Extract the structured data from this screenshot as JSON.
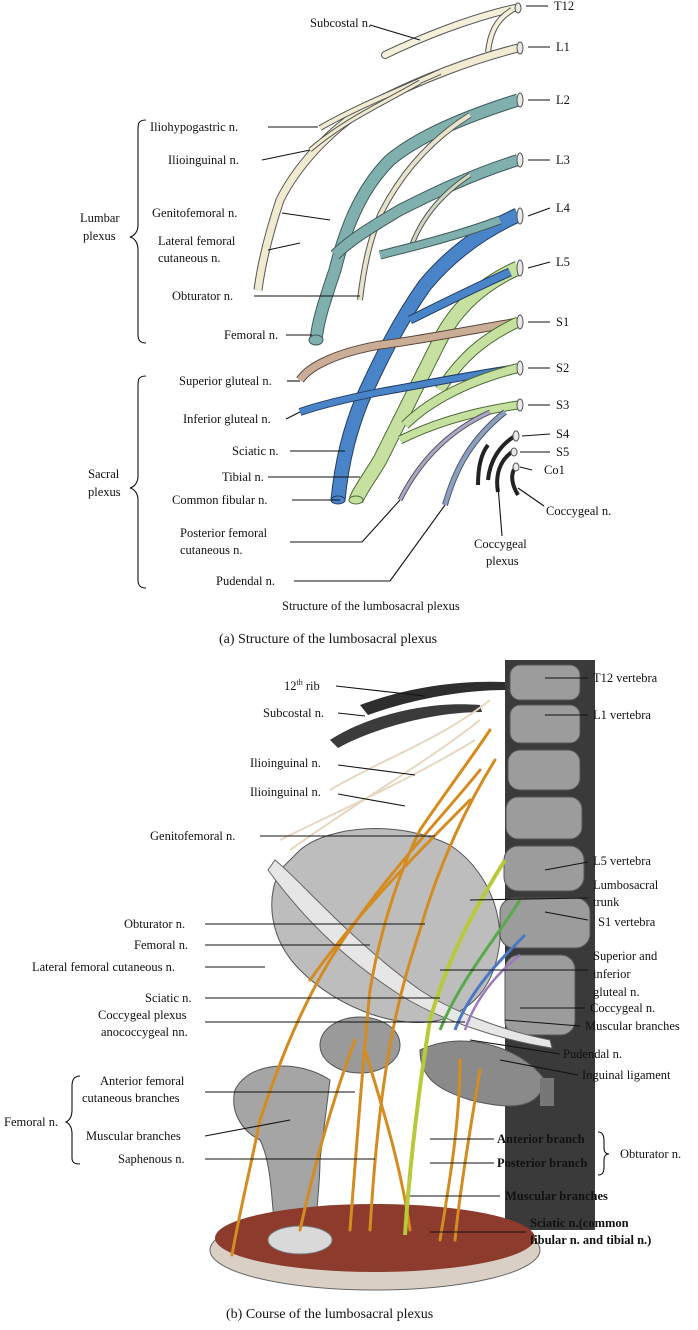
{
  "panel_a": {
    "spinal_levels": [
      "T12",
      "L1",
      "L2",
      "L3",
      "L4",
      "L5",
      "S1",
      "S2",
      "S3",
      "S4",
      "S5",
      "Co1"
    ],
    "nerves": {
      "subcostal": "Subcostal n.",
      "iliohypogastric": "Iliohypogastric n.",
      "ilioinguinal": "Ilioinguinal n.",
      "genitofemoral": "Genitofemoral n.",
      "lateral_femoral_cutaneous_1": "Lateral femoral",
      "lateral_femoral_cutaneous_2": "cutaneous n.",
      "obturator": "Obturator n.",
      "femoral": "Femoral n.",
      "superior_gluteal": "Superior gluteal n.",
      "inferior_gluteal": "Inferior gluteal n.",
      "sciatic": "Sciatic n.",
      "tibial": "Tibial n.",
      "common_fibular": "Common fibular n.",
      "posterior_femoral_cutaneous_1": "Posterior femoral",
      "posterior_femoral_cutaneous_2": "cutaneous n.",
      "pudendal": "Pudendal n.",
      "coccygeal": "Coccygeal n.",
      "coccygeal_plexus_1": "Coccygeal",
      "coccygeal_plexus_2": "plexus"
    },
    "groups": {
      "lumbar_1": "Lumbar",
      "lumbar_2": "plexus",
      "sacral_1": "Sacral",
      "sacral_2": "plexus"
    },
    "inner_title": "Structure of the lumbosacral plexus",
    "caption": "(a)  Structure of the lumbosacral plexus"
  },
  "panel_b": {
    "left_labels": {
      "rib12_base": "12",
      "rib12_sup": "th",
      "rib12_tail": " rib",
      "subcostal": "Subcostal n.",
      "ilioinguinal_1": "Ilioinguinal n.",
      "ilioinguinal_2": "Ilioinguinal n.",
      "genitofemoral": "Genitofemoral n.",
      "obturator": "Obturator n.",
      "femoral": "Femoral n.",
      "lateral_femoral_cutaneous": "Lateral femoral cutaneous n.",
      "sciatic": "Sciatic n.",
      "coccygeal_plexus_1": "Coccygeal plexus",
      "coccygeal_plexus_2": "anococcygeal nn.",
      "femoral_group": "Femoral n.",
      "anterior_femoral_1": "Anterior femoral",
      "anterior_femoral_2": "cutaneous branches",
      "muscular_branches": "Muscular branches",
      "saphenous": "Saphenous n."
    },
    "right_labels": {
      "t12_vertebra": "T12 vertebra",
      "l1_vertebra": "L1 vertebra",
      "l5_vertebra": "L5 vertebra",
      "lumbosacral_trunk_1": "Lumbosacral",
      "lumbosacral_trunk_2": "trunk",
      "s1_vertebra": "S1 vertebra",
      "sup_inf_gluteal_1": "Superior and",
      "sup_inf_gluteal_2": "inferior",
      "sup_inf_gluteal_3": "gluteal n.",
      "coccygeal_n": "Coccygeal n.",
      "muscular_branches": "Muscular branches",
      "pudendal": "Pudendal n.",
      "inguinal_ligament": "Inguinal ligament",
      "anterior_branch": "Anterior branch",
      "posterior_branch": "Posterior branch",
      "obturator_group": "Obturator n.",
      "muscular_branches_2": "Muscular branches",
      "sciatic_1": "Sciatic n.(common",
      "sciatic_2": "fibular n. and tibial n.)"
    },
    "caption": "(b)  Course of the lumbosacral plexus"
  }
}
